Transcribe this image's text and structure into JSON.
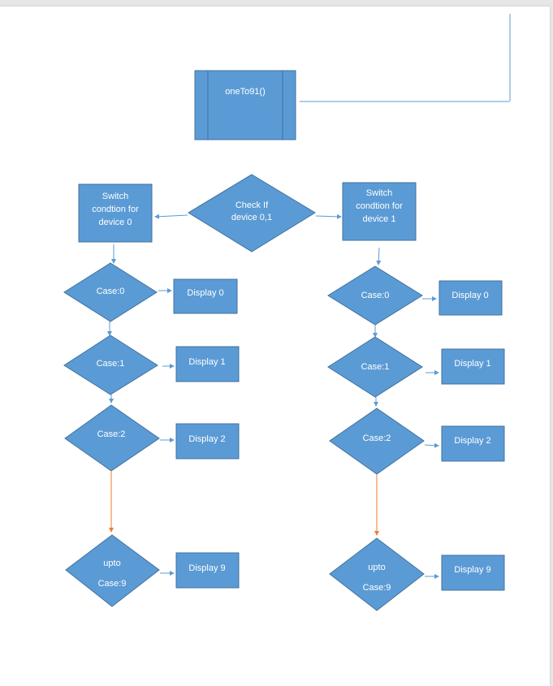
{
  "diagram": {
    "process": "oneTo91()",
    "decision": [
      "Check If",
      "device 0,1"
    ],
    "left": {
      "switch": [
        "Switch",
        "condtion for",
        "device 0"
      ],
      "cases": [
        "Case:0",
        "Case:1",
        "Case:2"
      ],
      "upto": [
        "upto",
        "Case:9"
      ],
      "displays": [
        "Display 0",
        "Display 1",
        "Display 2",
        "Display 9"
      ]
    },
    "right": {
      "switch": [
        "Switch",
        "condtion for",
        "device 1"
      ],
      "cases": [
        "Case:0",
        "Case:1",
        "Case:2"
      ],
      "upto": [
        "upto",
        "Case:9"
      ],
      "displays": [
        "Display 0",
        "Display 1",
        "Display 2",
        "Display 9"
      ]
    }
  }
}
